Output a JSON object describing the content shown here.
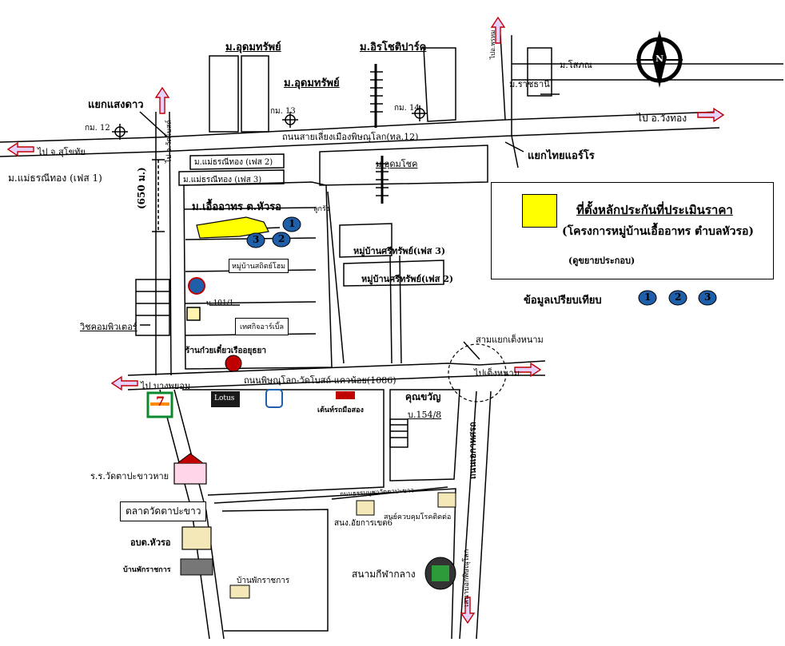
{
  "legend": {
    "title": "ที่ตั้งหลักประกันที่ประเมินราคา",
    "subtitle": "(โครงการหมู่บ้านเอื้ออาทร ตำบลหัวรอ)",
    "note": "(ดูขยายประกอบ)",
    "compare_label": "ข้อมูลเปรียบเทียบ",
    "compare_markers": [
      "1",
      "2",
      "3"
    ],
    "subject_color": "#ffff00",
    "marker_color": "#1f5faa"
  },
  "compass": {
    "label": "N"
  },
  "roads": {
    "highway_12": "ถนนสายเลี่ยงเมืองพิษณุโลก(ทล.12)",
    "road_1086": "ถนนพิษณุโลก-วัดโบสถ์-แควน้อย(1086)",
    "road_vertical_right": "ถนนเอกาทศรถ",
    "road_vertical_right_2": "เสนาบ๊อกพิษณุโลก",
    "road_to_wat_bot": "ไป อ.วัดโบสถ์",
    "road_phuthai": "ไปอ.พรหม",
    "school_road": "ถนนธรรมบูชาวัดตาปะขาว"
  },
  "directions": {
    "to_sukhothai": "ไป จ.สุโขทัย",
    "to_wangthong": "ไป อ.วังทอง",
    "to_bangkrathum": "ไป บางพยอม",
    "to_tengnam": "ไปเต็งหนาม"
  },
  "intersections": {
    "saengdao": "แยกแสงดาว",
    "thaiaero": "แยกไทยแอร์โร",
    "tengnam": "สามแยกเต็งหนาม"
  },
  "km_markers": {
    "km12": "กม. 12",
    "km13": "กม. 13",
    "km14": "กม. 14"
  },
  "places": {
    "udomsap_1": "ม.อุดมทรัพย์",
    "udomsap_2": "ม.อุดมทรัพย์",
    "irichot": "ม.อิรโชติปาร์ค",
    "rachathani": "ม.ราชธานี",
    "mosaphon": "ม.โสภณ",
    "maethorn_phase1": "ม.แม่ธรณีทอง (เฟส 1)",
    "maethorn_phase2": "ม.แม่ธรณีทอง (เฟส 2)",
    "maethorn_phase3": "ม.แม่ธรณีทอง (เฟส 3)",
    "eua_arthorn": "ม.เอื้ออาทร ต.หัวรอ",
    "udomchok": "ม.อุดมโชค",
    "length_label": "(650 ม.)",
    "kaniang": "ลูกรัง",
    "srisap_3": "หมู่บ้านศรีทรัพย์(เฟส 3)",
    "srisap_2": "หมู่บ้านศรีทรัพย์(เฟส 2)",
    "village_small": "หมู่บ้านสถิตย์โฮม",
    "house_no": "บ.101/1",
    "commerce_tech": "วิชคอมพิวเตอร์",
    "office": "เทศกิจอาร์เบิ้ล",
    "noodle_shop": "ร้านก๋วยเตี๋ยวเรืออยุธยา",
    "lotus": "Lotus",
    "paint_shop": "เต้นท์รถมือสอง",
    "khunkhwanyu": "คุณขวัญ",
    "house_154": "บ.154/8",
    "school": "ร.ร.วัดตาปะขาวหาย",
    "market": "ตลาดวัดตาปะขาว",
    "sao_huaro": "อบต.หัวรอ",
    "official_house": "บ้านพักราชการ",
    "office_zone6": "สนง.อัยการเขต6",
    "center": "สนย์ควบคุมโรคติดต่อ",
    "official_house_2": "บ้านพักราชการ",
    "stadium": "สนามกีฬากลาง",
    "seven_eleven": "7"
  }
}
